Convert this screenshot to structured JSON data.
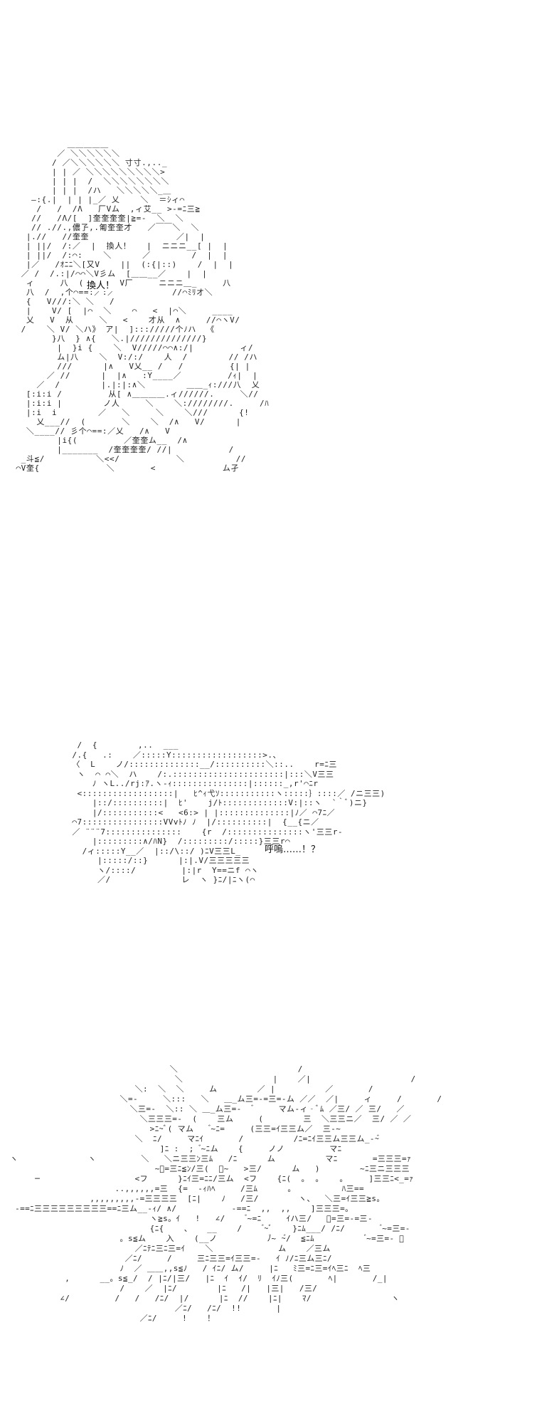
{
  "panels": [
    {
      "art": "            ＿＿＿＿＿\n          ／ ＼＼＼＼＼＼\n         / ／＼＼＼＼＼＼ 寸寸.,.._\n         | | ／ ＼＼＼＼＼＼＼＼＼>\n         | | |  /  ＼＼＼＼＼＼＼＼\n         | | |  /ハ   ＼＼＼＼＼_＿\n     ―:{.|  | | |_／ 乂    ＼  ＝ｼィ⌒\n      /   /  /Λ   厂Vム  ,ィ艾__ >‐=ﾆ三≧\n     //   /Λ/[  ]奎奎奎奎|≧=‐  ＼  ＼\n     // .//.,儂孒,.匍奎奎才   ／￣￣＼  ＼\n    |.//   //奎奎                 ／|  |\n    | ||/  /:／  |  換人！   |  ニニニ__[ |  |\n    | ||/  /:⌒:    ＼      ／        /  |  |\n    |／   /ｵﾆﾆ＼[又V    ||  (:{|::)    /  |  |\n   ／ /  /.:|/⌒⌒＼V彡ム  [＿＿__／    |  |\n    ィ     八  (:{|:)  V厂     ニニニ＿_     八\n    八  /  ,个⌒==:／:／           //⌒ﾐﾘオ＼\n    {   V///:＼ ＼   /\n    |    V/ [  |⌒  ＼    ⌒   <  |⌒＼     ____\n    乂   V  从     ＼   <    才从  ∧     //⌒ヽV/\n   /    ＼ V/ ＼ハ》 ア|  ]::://///个ﾉハ  《\n         }八  } ∧{   ＼.|//////////////}\n          |  }i {    ＼  V/////⌒⌒∧:/|         ィ/\n          ム|八    ＼  V:/:/    人  /        // /ハ\n          ///      |∧   V乂__ /   /         {| |\n        ／ //      |  |∧   :Y____／         /ｨ|  |\n      ／  /        |.|:|:∧＼        ＿＿_ｨ:///八  乂\n    [:i:i /         从[ ∧＿＿＿＿.ィ//////.     ＼//\n    |:i:i |        ノ人     ＼    ＼:////////.     /ﾊ\n    |:i  i        ／   ＼     ＼    ＼///      {!\n      乂___//  (       ＼    ＼  /∧   V/      |\n    ＼____// 彡个⌒==:／乂   /∧   V\n          |i{(         ／奎奎ム__  /∧\n          |_______  /奎奎奎奎/ //|           /\n   _斗≦/          ＼<</           ＼          //\n  ⌒V奎{             ＼       <             ム孑",
      "speech": "換人！"
    },
    {
      "art": "    /  {        ,..  ___\n   /.{   .:    ／:::::Y::::::::::::::::::>.、\n   〈  L    ノ/::::::::::::::__/::::::::::＼::..    r=ﾆ三\n    ヽ  ⌒ ⌒＼  ハ    /:.::::::::::::::::::::::|:::＼V三三\n       ﾉ ヽL../rj:ｱ.ヽ-ｨ:::::::::::::::|::::::_,r'⌒ﾆr\n    <::::::::::::::::::|   ﾋ^ｨ弋ｿ:::::::::::ヽ:::::｝::::／ /ニ三三)\n       |::/::::::::::|  ﾋ'    j/ﾄ:::::::::::::V:|::ヽ  `｀ﾞ)ニ}\n       |/:::::::::::<   <6:> | |::::::::::::::|ﾉ／ ⌒7ﾆ／\n   ⌒7::::::::::::::::VVvﾄﾉ ﾉ  |/::::::::::|  {__{ニ／\n   ／ ¨¨¨7:::::::::::::::    {r  /:::::::::::::::ヽ'三三r‐\n       |:::::::::∧/ﾊN}  /:::::::::/:::::}三三r⌒\n     /ィ:::::Y__／  |::/\\::/ )ﾆV三三L_\n        |:::::/::}      |:|.V/三三三三三\n        ヽ/::::/         |:|r  Y==ニf ⌒ヽ\n        ／/              レ  ヽ }ﾆ/|ﾆヽ(⌒",
      "dialogue": "呼嗚……！？"
    },
    {
      "art": "                                  ＼                        /\n                                   ＼                  |    ／|                    /\n                           ＼:  ＼  ＼     ム        ／ |          ／       /\n                        ＼=‐     ＼:::   ＼   ＿_ム三=‐=三=‐ム ／／  ／|     ィ     /       /\n                          ＼三=‐  ＼:: ＼ ＿_ム三=‐   ゙     マム‐ィ‐ﾞﾑ ／三/ ／ 三/   ／\n                            ＼三三三=‐  (    三ム     (        三  ＼三三ニ／  三/ ／ ／\n                              >ﾆ~ﾞ( マム    ゙~ﾆ=     (三三=ｲ三三ム／  三‐~\n                           ＼  ﾆ/     マﾆｲ       /          /ﾆ=ﾆｲ三三ム三三ム_-~゙\n                                ]ﾆ :  ;  ゙~ﾆム    {     ノノ         マﾆ\n  ヽ              ヽ         ＼   ＼ニ三三ﾝ三ﾑ   /ﾆ      ム          マﾆ       =三三三=ｧ\n                               ~ﾞ=三ﾆ≦ﾝ/三(  ゙~   >三/      ム   )        ~ﾆ三ニ三三三\n       ─                   <フ      }ﾆｲ三=ﾆﾆ/三ム  <フ    {ﾆ(  ｡  ｡    ｡     ]三三ﾆ<_=ｧ\n                       ..,,,,,,=三  {=  ‐ｨﾊﾍ     /三ﾑ      ｡          ﾊ三==\n                  ,,,,,,,,,-=三三三三  [ﾆ|    ﾉ   /三/        ヽ、  ＼三=ｲ三三≧s。\n   -==ﾆ三三三三三三三三三==ﾆ三ム__‐ｨ/ ∧/           -==ﾆ  ,,  ,,    ]三三三=。\n                              ヽ≧s。ｲ   !   ∠/     ゙~=ﾆ     ｲハ三/   ゙=三=‐=三‐\n                              {ﾆ{    、   __    /     ゙~ﾞ    }ﾆﾑ___/ /ﾆ/        ゙~=三=‐\n                        。s≦ム    入    (__ノ          ﾉ゙~ ~゙/  ≦ﾆﾑ           ゙~=三=‐ ゙\n                           ／ﾆﾃﾆ三ﾆ三=ｲ    ＼             ム    ／三ム\n                         ／ﾆ/     /     三ﾆ三三=ｲ三三=‐   ｲ ﾉ/ﾆ三ム三ﾆ/\n                        ﾉ  ／ ＿＿,,s≦ﾉ   / ｲﾆ/ ム/     |ﾆ   ﾐ三=ﾆ三=ｲﾍ三ﾆ  ﾍ三\n             ,      __。s≦_/  / |ﾆ/|三/   |ﾆ  ｲ  ｲ/  ﾘ  ｲﾉ三(       ﾍ|       /_|\n                        /    ／  |ﾆ/        |ﾆ   /|   |三|   /三/\n            ∠/         /   /   /ﾆ/  |/      |ﾆ  //    |ﾆ|    ﾏ/                ヽ\n                                   ／ﾆ/   /ﾆ/  !!       |\n                            ／ﾆ/     !    ！"
    }
  ]
}
